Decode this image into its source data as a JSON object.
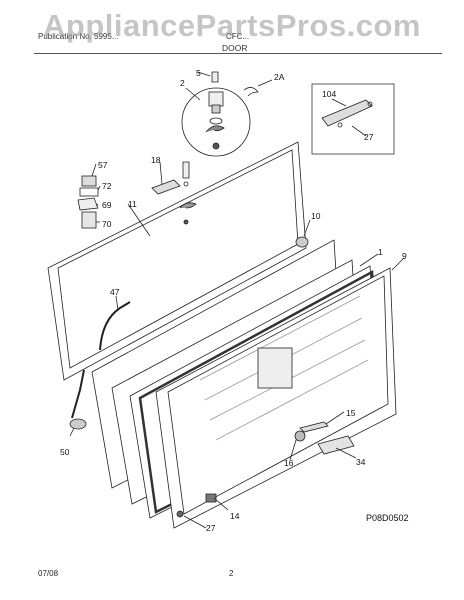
{
  "watermark": "AppliancePartsPros.com",
  "header": {
    "brand_line": "Publication No. 5995...",
    "model": "CFC...",
    "section": "DOOR"
  },
  "parts": [
    {
      "id": "p5",
      "label": "5"
    },
    {
      "id": "p2",
      "label": "2"
    },
    {
      "id": "p2a",
      "label": "2A"
    },
    {
      "id": "p104",
      "label": "104"
    },
    {
      "id": "p27a",
      "label": "27"
    },
    {
      "id": "p57",
      "label": "57"
    },
    {
      "id": "p72",
      "label": "72"
    },
    {
      "id": "p18",
      "label": "18"
    },
    {
      "id": "p69",
      "label": "69"
    },
    {
      "id": "p11",
      "label": "11"
    },
    {
      "id": "p70",
      "label": "70"
    },
    {
      "id": "p10",
      "label": "10"
    },
    {
      "id": "p1",
      "label": "1"
    },
    {
      "id": "p9",
      "label": "9"
    },
    {
      "id": "p47",
      "label": "47"
    },
    {
      "id": "p15",
      "label": "15"
    },
    {
      "id": "p50",
      "label": "50"
    },
    {
      "id": "p16",
      "label": "16"
    },
    {
      "id": "p34",
      "label": "34"
    },
    {
      "id": "p14",
      "label": "14"
    },
    {
      "id": "p27b",
      "label": "27"
    }
  ],
  "diagram_code": "P08D0502",
  "footer": {
    "date": "07/08",
    "page": "2"
  }
}
